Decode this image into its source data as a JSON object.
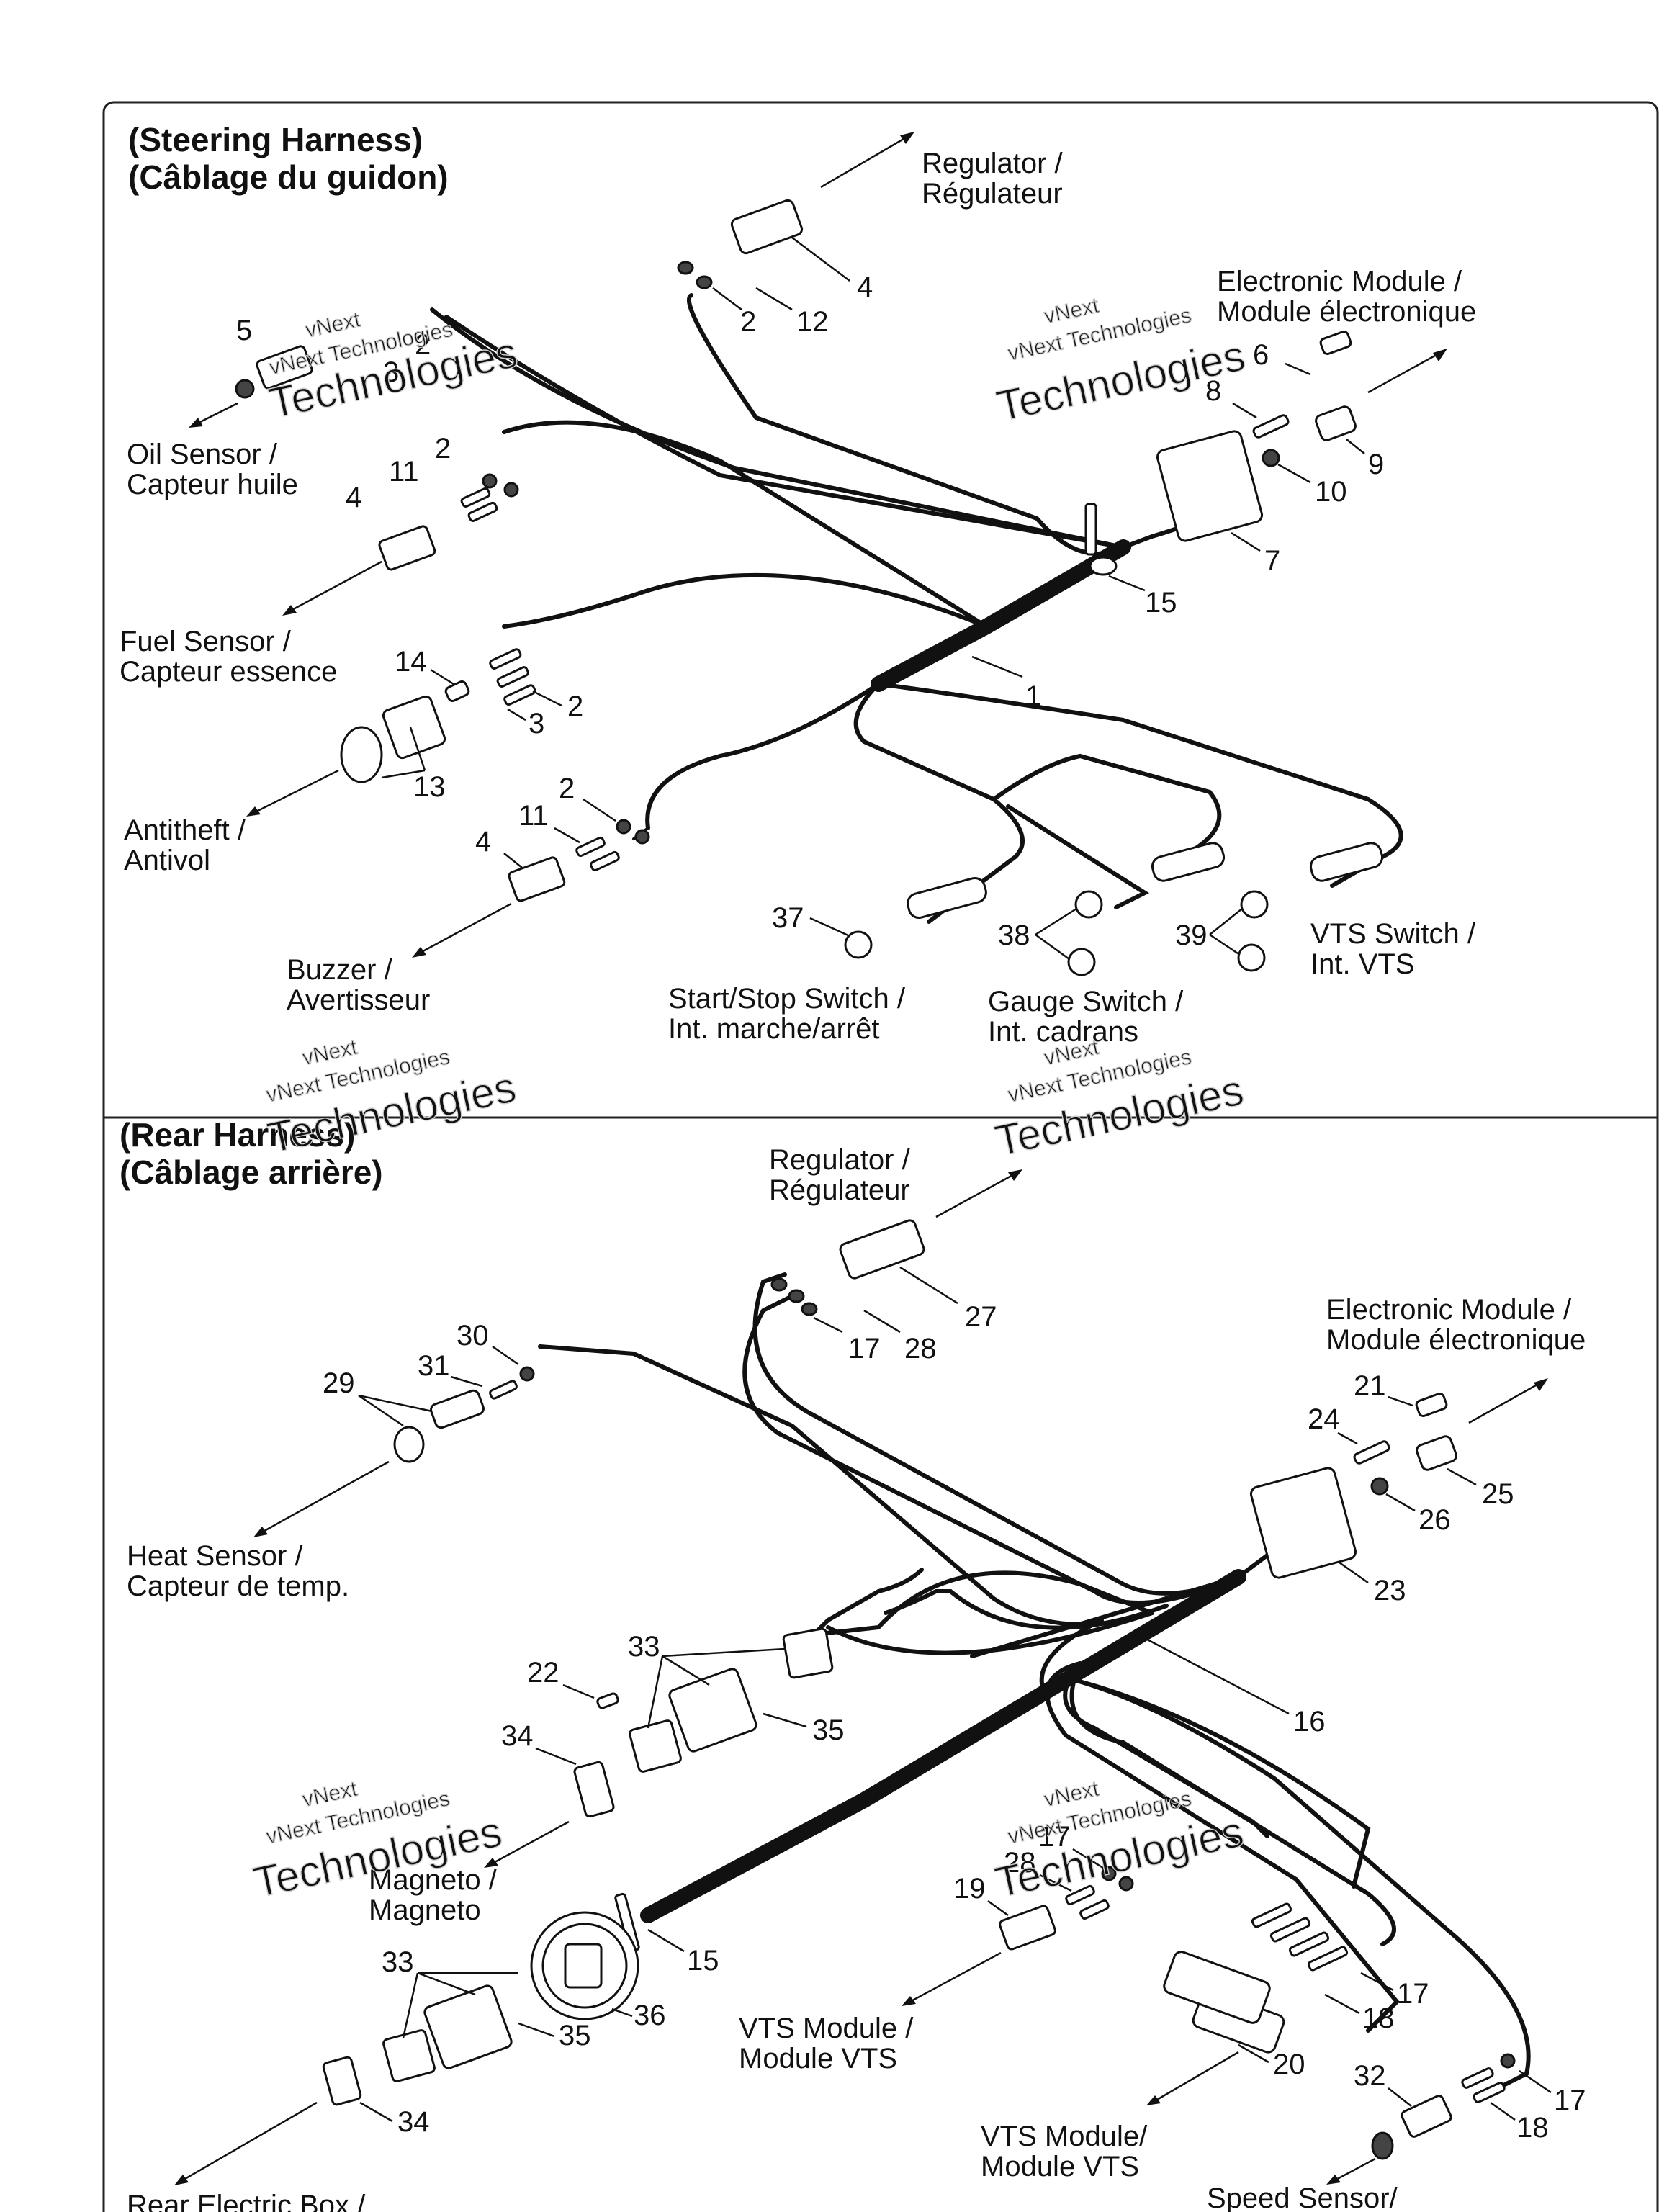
{
  "sections": {
    "steering": {
      "title_en": "(Steering Harness)",
      "title_fr": "(Câblage du guidon)"
    },
    "rear": {
      "title_en": "(Rear Harness)",
      "title_fr": "(Câblage arrière)"
    }
  },
  "steering_labels": {
    "regulator": [
      "Regulator /",
      "Régulateur"
    ],
    "electronic_module": [
      "Electronic Module /",
      "Module électronique"
    ],
    "oil_sensor": [
      "Oil Sensor /",
      "Capteur huile"
    ],
    "fuel_sensor": [
      "Fuel Sensor /",
      "Capteur essence"
    ],
    "antitheft": [
      "Antitheft /",
      "Antivol"
    ],
    "buzzer": [
      "Buzzer /",
      "Avertisseur"
    ],
    "start_stop": [
      "Start/Stop Switch /",
      "Int. marche/arrêt"
    ],
    "gauge_switch": [
      "Gauge Switch /",
      "Int. cadrans"
    ],
    "vts_switch": [
      "VTS Switch /",
      "Int. VTS"
    ]
  },
  "rear_labels": {
    "regulator": [
      "Regulator /",
      "Régulateur"
    ],
    "electronic_module": [
      "Electronic Module /",
      "Module électronique"
    ],
    "heat_sensor": [
      "Heat Sensor /",
      "Capteur de temp."
    ],
    "magneto": [
      "Magneto /",
      "Magneto"
    ],
    "vts_module_a": [
      "VTS Module /",
      "Module VTS"
    ],
    "vts_module_b": [
      "VTS Module/",
      "Module VTS"
    ],
    "rear_box": [
      "Rear Electric Box /"
    ],
    "speed_sensor": [
      "Speed Sensor/"
    ]
  },
  "part_numbers": {
    "s_reg": [
      "4",
      "2",
      "12"
    ],
    "s_oil": [
      "5",
      "2",
      "3"
    ],
    "s_em": [
      "6",
      "8",
      "9",
      "10",
      "7"
    ],
    "s_fuel": [
      "2",
      "11",
      "4"
    ],
    "s_main": [
      "15",
      "1"
    ],
    "s_anti": [
      "14",
      "2",
      "3",
      "13"
    ],
    "s_buzz": [
      "2",
      "11",
      "4"
    ],
    "s_sw": [
      "37",
      "38",
      "39"
    ],
    "r_reg": [
      "27",
      "17",
      "28"
    ],
    "r_em": [
      "21",
      "24",
      "25",
      "26",
      "23"
    ],
    "r_heat": [
      "30",
      "31",
      "29"
    ],
    "r_main": [
      "16",
      "15",
      "36"
    ],
    "r_mag": [
      "33",
      "22",
      "35",
      "34"
    ],
    "r_box": [
      "33",
      "35",
      "34"
    ],
    "r_vts": [
      "17",
      "28",
      "19"
    ],
    "r_vts2": [
      "17",
      "18",
      "20"
    ],
    "r_speed": [
      "32",
      "17",
      "18"
    ]
  },
  "watermark": {
    "line1": "vNext",
    "line2": "vNext Technologies",
    "line3": "Technologies"
  }
}
